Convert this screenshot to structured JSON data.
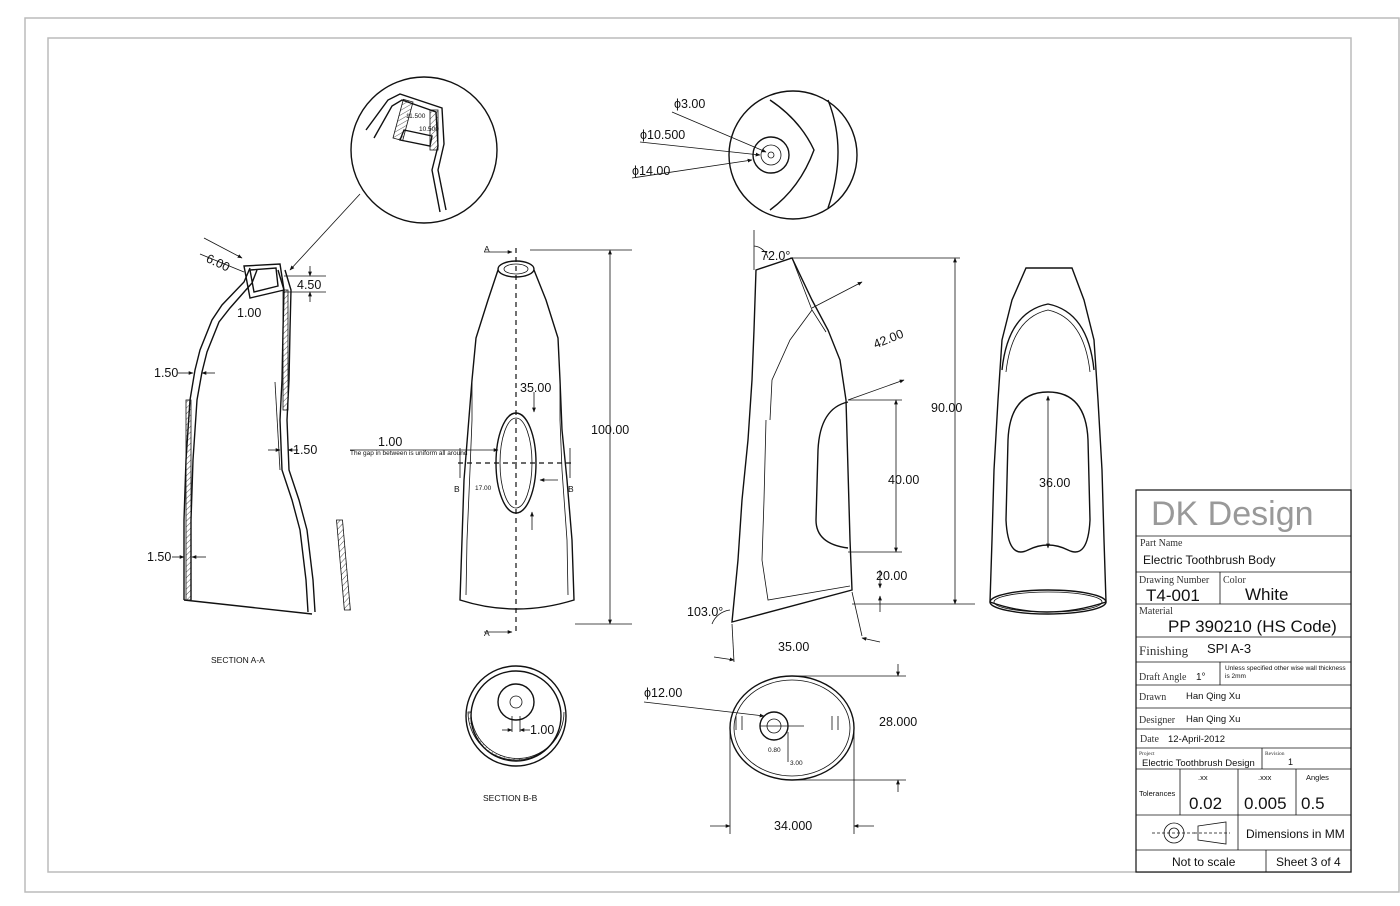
{
  "drawing": {
    "callouts": {
      "sectionAA": {
        "top_width": "6.00",
        "top_height": "4.50",
        "lip": "1.00",
        "wall_upper": "1.50",
        "wall_mid": "1.50",
        "wall_lower": "1.50"
      },
      "detail": {
        "inner_top": "11.500",
        "inner_lower": "10.500"
      },
      "front": {
        "height": "100.00",
        "window_width": "35.00",
        "gap": "1.00",
        "gap_note": "The gap in between is uniform all around",
        "window_height": "17.00",
        "cut_label": "A",
        "section_mark": "B"
      },
      "top_view": {
        "d1": "ϕ3.00",
        "d2": "ϕ10.500",
        "d3": "ϕ14.00"
      },
      "side": {
        "angle_top": "72.0°",
        "length": "42.00",
        "height": "90.00",
        "window": "40.00",
        "bottom_offset": "20.00",
        "angle_bottom": "103.0°",
        "base_width": "35.00"
      },
      "back": {
        "window": "36.00"
      },
      "sectionBB": {
        "wall": "1.00"
      },
      "bottom_view": {
        "diameter": "ϕ12.00",
        "small1": "0.80",
        "small2": "3.00",
        "height": "28.000",
        "width": "34.000"
      }
    },
    "titles": {
      "sectionAA": "SECTION A-A",
      "sectionBB": "SECTION B-B"
    }
  },
  "titleblock": {
    "company": "DK Design",
    "part_name_label": "Part Name",
    "part_name": "Electric Toothbrush Body",
    "drawing_number_label": "Drawing Number",
    "drawing_number": "T4-001",
    "color_label": "Color",
    "color": "White",
    "material_label": "Material",
    "material": "PP 390210 (HS Code)",
    "finishing_label": "Finishing",
    "finishing": "SPI A-3",
    "draft_angle_label": "Draft Angle",
    "draft_angle": "1°",
    "wall_note": "Unless specified other wise wall thickness is 2mm",
    "drawn_label": "Drawn",
    "drawn": "Han Qing Xu",
    "designer_label": "Designer",
    "designer": "Han Qing Xu",
    "date_label": "Date",
    "date": "12-April-2012",
    "project_label": "Project",
    "project": "Electric Toothbrush Design",
    "revision_label": "Revision",
    "revision": "1",
    "tolerances_label": "Tolerances",
    "tol_h1": ".xx",
    "tol_h2": ".xxx",
    "tol_h3": "Angles",
    "tol_v1": "0.02",
    "tol_v2": "0.005",
    "tol_v3": "0.5",
    "units": "Dimensions in MM",
    "scale": "Not to scale",
    "sheet": "Sheet 3 of 4"
  }
}
